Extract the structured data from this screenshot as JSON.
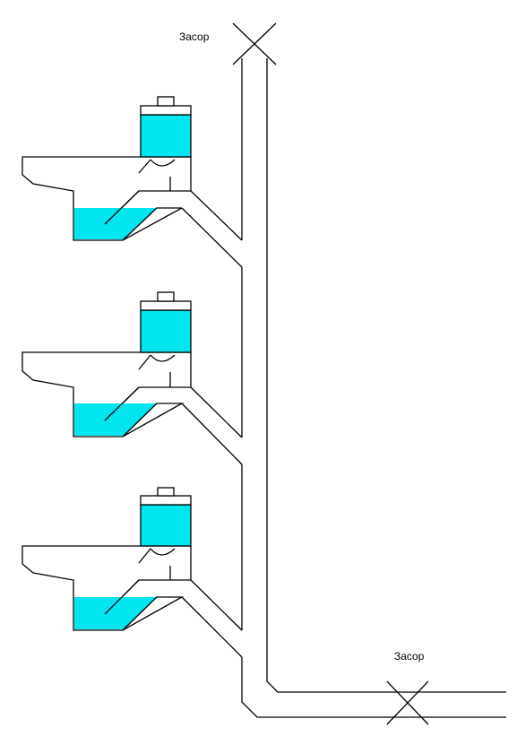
{
  "labels": {
    "clog_top": "Засор",
    "clog_bottom": "Засор"
  },
  "colors": {
    "water": "#00e5ee",
    "line": "#000000",
    "background": "#ffffff"
  },
  "toilet_count": 3
}
